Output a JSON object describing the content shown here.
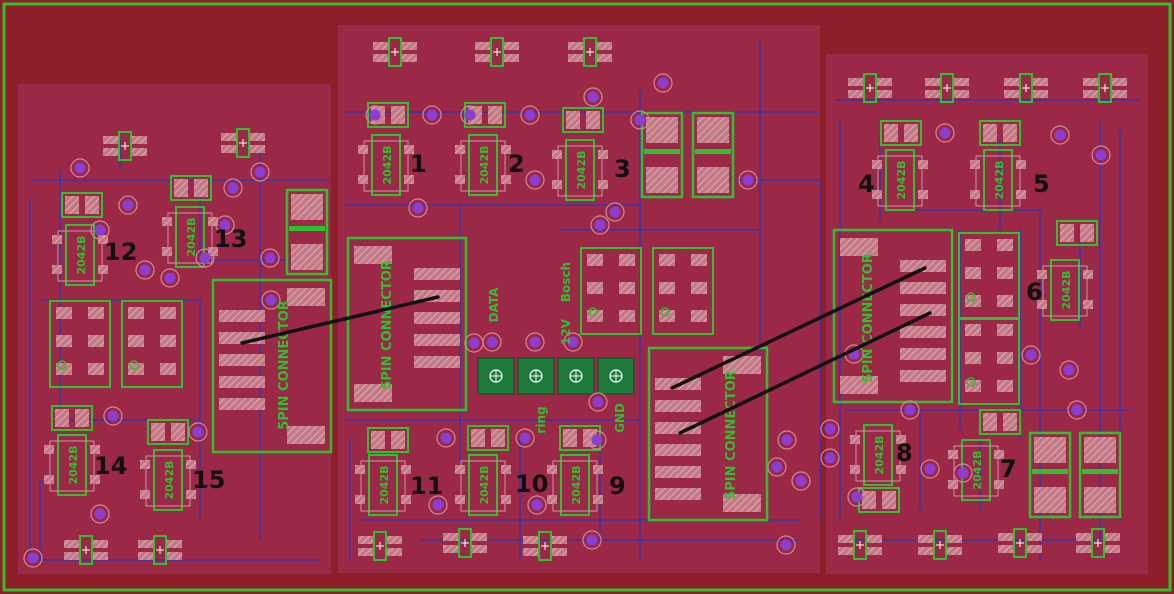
{
  "colors": {
    "board": "#8c1f2a",
    "pour": "#9a2846",
    "outline": "#2fbf2f",
    "trace": "#2f2f9a",
    "pad": "#c98a93",
    "via": "#8a3fd0",
    "ink": "#111111"
  },
  "numbers": [
    "1",
    "2",
    "3",
    "4",
    "5",
    "6",
    "7",
    "8",
    "9",
    "10",
    "11",
    "12",
    "13",
    "14",
    "15"
  ],
  "chips": {
    "label": "2042B"
  },
  "connectors": [
    {
      "label": "5PIN\nCONNECTOR"
    },
    {
      "label": "5PIN\nCONNECTOR"
    },
    {
      "label": "5PIN\nCONNECTOR"
    },
    {
      "label": "5PIN\nCONNECTOR"
    }
  ],
  "terminal": {
    "labels": [
      "DATA",
      "Bosch",
      "12V",
      "GND",
      "ring"
    ]
  }
}
